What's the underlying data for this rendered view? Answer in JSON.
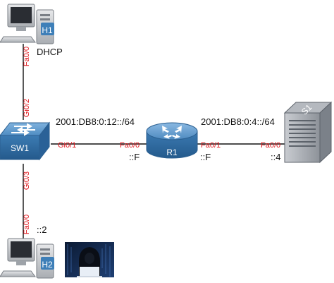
{
  "devices": {
    "h1": {
      "name": "H1",
      "role": "DHCP"
    },
    "h2": {
      "name": "H2",
      "addr": "::2"
    },
    "sw1": {
      "name": "SW1"
    },
    "r1": {
      "name": "R1",
      "addr_left": "::F",
      "addr_right": "::F"
    },
    "s1": {
      "name": "S1",
      "addr": "::4"
    }
  },
  "ports": {
    "h1_fa00": "Fa0/0",
    "sw1_gi02": "Gi0/2",
    "sw1_gi01": "Gi0/1",
    "sw1_gi03": "Gi0/3",
    "h2_fa00": "Fa0/0",
    "r1_fa00": "Fa0/0",
    "r1_fa01": "Fa0/1",
    "s1_fa00": "Fa0/0"
  },
  "networks": {
    "left": "2001:DB8:0:12::/64",
    "right": "2001:DB8:0:4::/64"
  },
  "colors": {
    "port": "#e0151b",
    "device_blue": "#3e7fb8",
    "link": "#111111"
  }
}
